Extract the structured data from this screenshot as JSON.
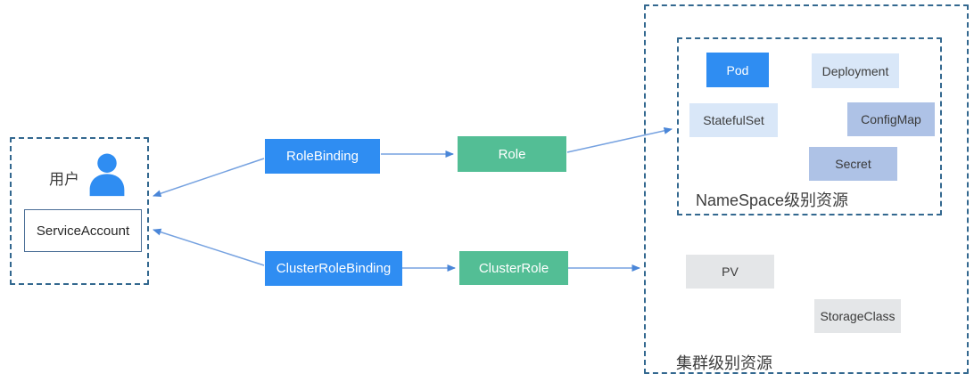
{
  "user_group": {
    "label": "用户",
    "service_account": "ServiceAccount"
  },
  "bindings": {
    "role_binding": "RoleBinding",
    "cluster_role_binding": "ClusterRoleBinding"
  },
  "roles": {
    "role": "Role",
    "cluster_role": "ClusterRole"
  },
  "namespace_group": {
    "title": "NameSpace级别资源",
    "resources": {
      "pod": "Pod",
      "deployment": "Deployment",
      "statefulset": "StatefulSet",
      "configmap": "ConfigMap",
      "secret": "Secret"
    }
  },
  "cluster_group": {
    "title": "集群级别资源",
    "resources": {
      "pv": "PV",
      "storage_class": "StorageClass"
    }
  },
  "colors": {
    "primary_blue": "#2f8df2",
    "green": "#53be95",
    "light_blue": "#d9e7f8",
    "periwinkle": "#aec2e6",
    "gray": "#e4e6e8",
    "dashed_border": "#33688f",
    "arrow_line": "#76a2e0",
    "arrow_head": "#4a86d8",
    "user_icon": "#2f8df2"
  }
}
